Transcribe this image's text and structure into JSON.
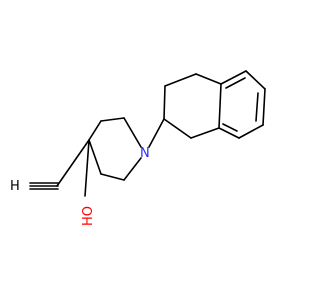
{
  "molecule": {
    "atoms": {
      "nitrogen": {
        "label": "N"
      },
      "hydroxyl": {
        "label": "HO"
      },
      "terminal_h": {
        "label": "H"
      }
    },
    "colors": {
      "bond": "#000000",
      "nitrogen": "#2a2aff",
      "oxygen": "#ff0000",
      "hydrogen": "#000000"
    }
  }
}
